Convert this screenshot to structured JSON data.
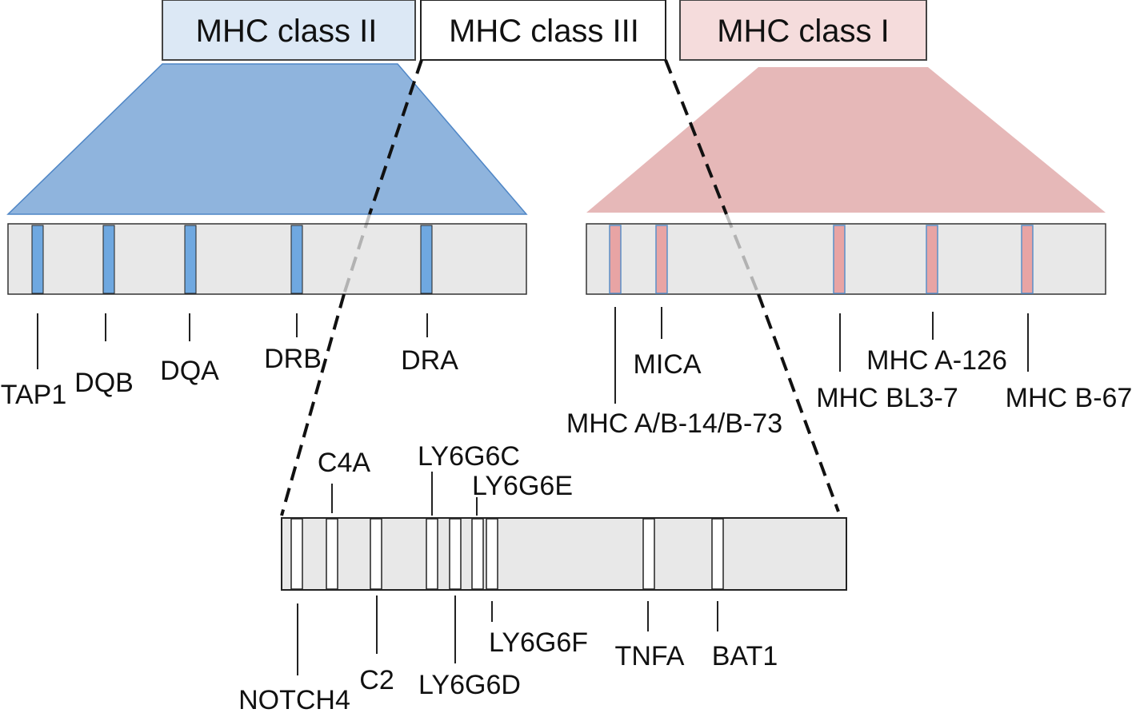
{
  "regions": {
    "class_ii": {
      "label": "MHC class II",
      "box_fill": "#dce8f5",
      "trapezoid_fill": "#8fb4dd",
      "trapezoid_stroke": "#4f86c6",
      "band_fill": "#6fa8e0"
    },
    "class_iii": {
      "label": "MHC class III",
      "box_fill": "#ffffff",
      "band_fill": "#ffffff"
    },
    "class_i": {
      "label": "MHC class I",
      "box_fill": "#f5dcdc",
      "trapezoid_fill": "#e6b8b8",
      "band_fill": "#e8a4a4"
    }
  },
  "genes": {
    "class_ii": [
      "TAP1",
      "DQB",
      "DQA",
      "DRB",
      "DRA"
    ],
    "class_i": [
      "MHC A/B-14/B-73",
      "MICA",
      "MHC BL3-7",
      "MHC A-126",
      "MHC B-67"
    ],
    "class_iii": [
      "NOTCH4",
      "C4A",
      "C2",
      "LY6G6C",
      "LY6G6D",
      "LY6G6E",
      "LY6G6F",
      "TNFA",
      "BAT1"
    ]
  },
  "chromosome_fill": "#e8e8e8"
}
